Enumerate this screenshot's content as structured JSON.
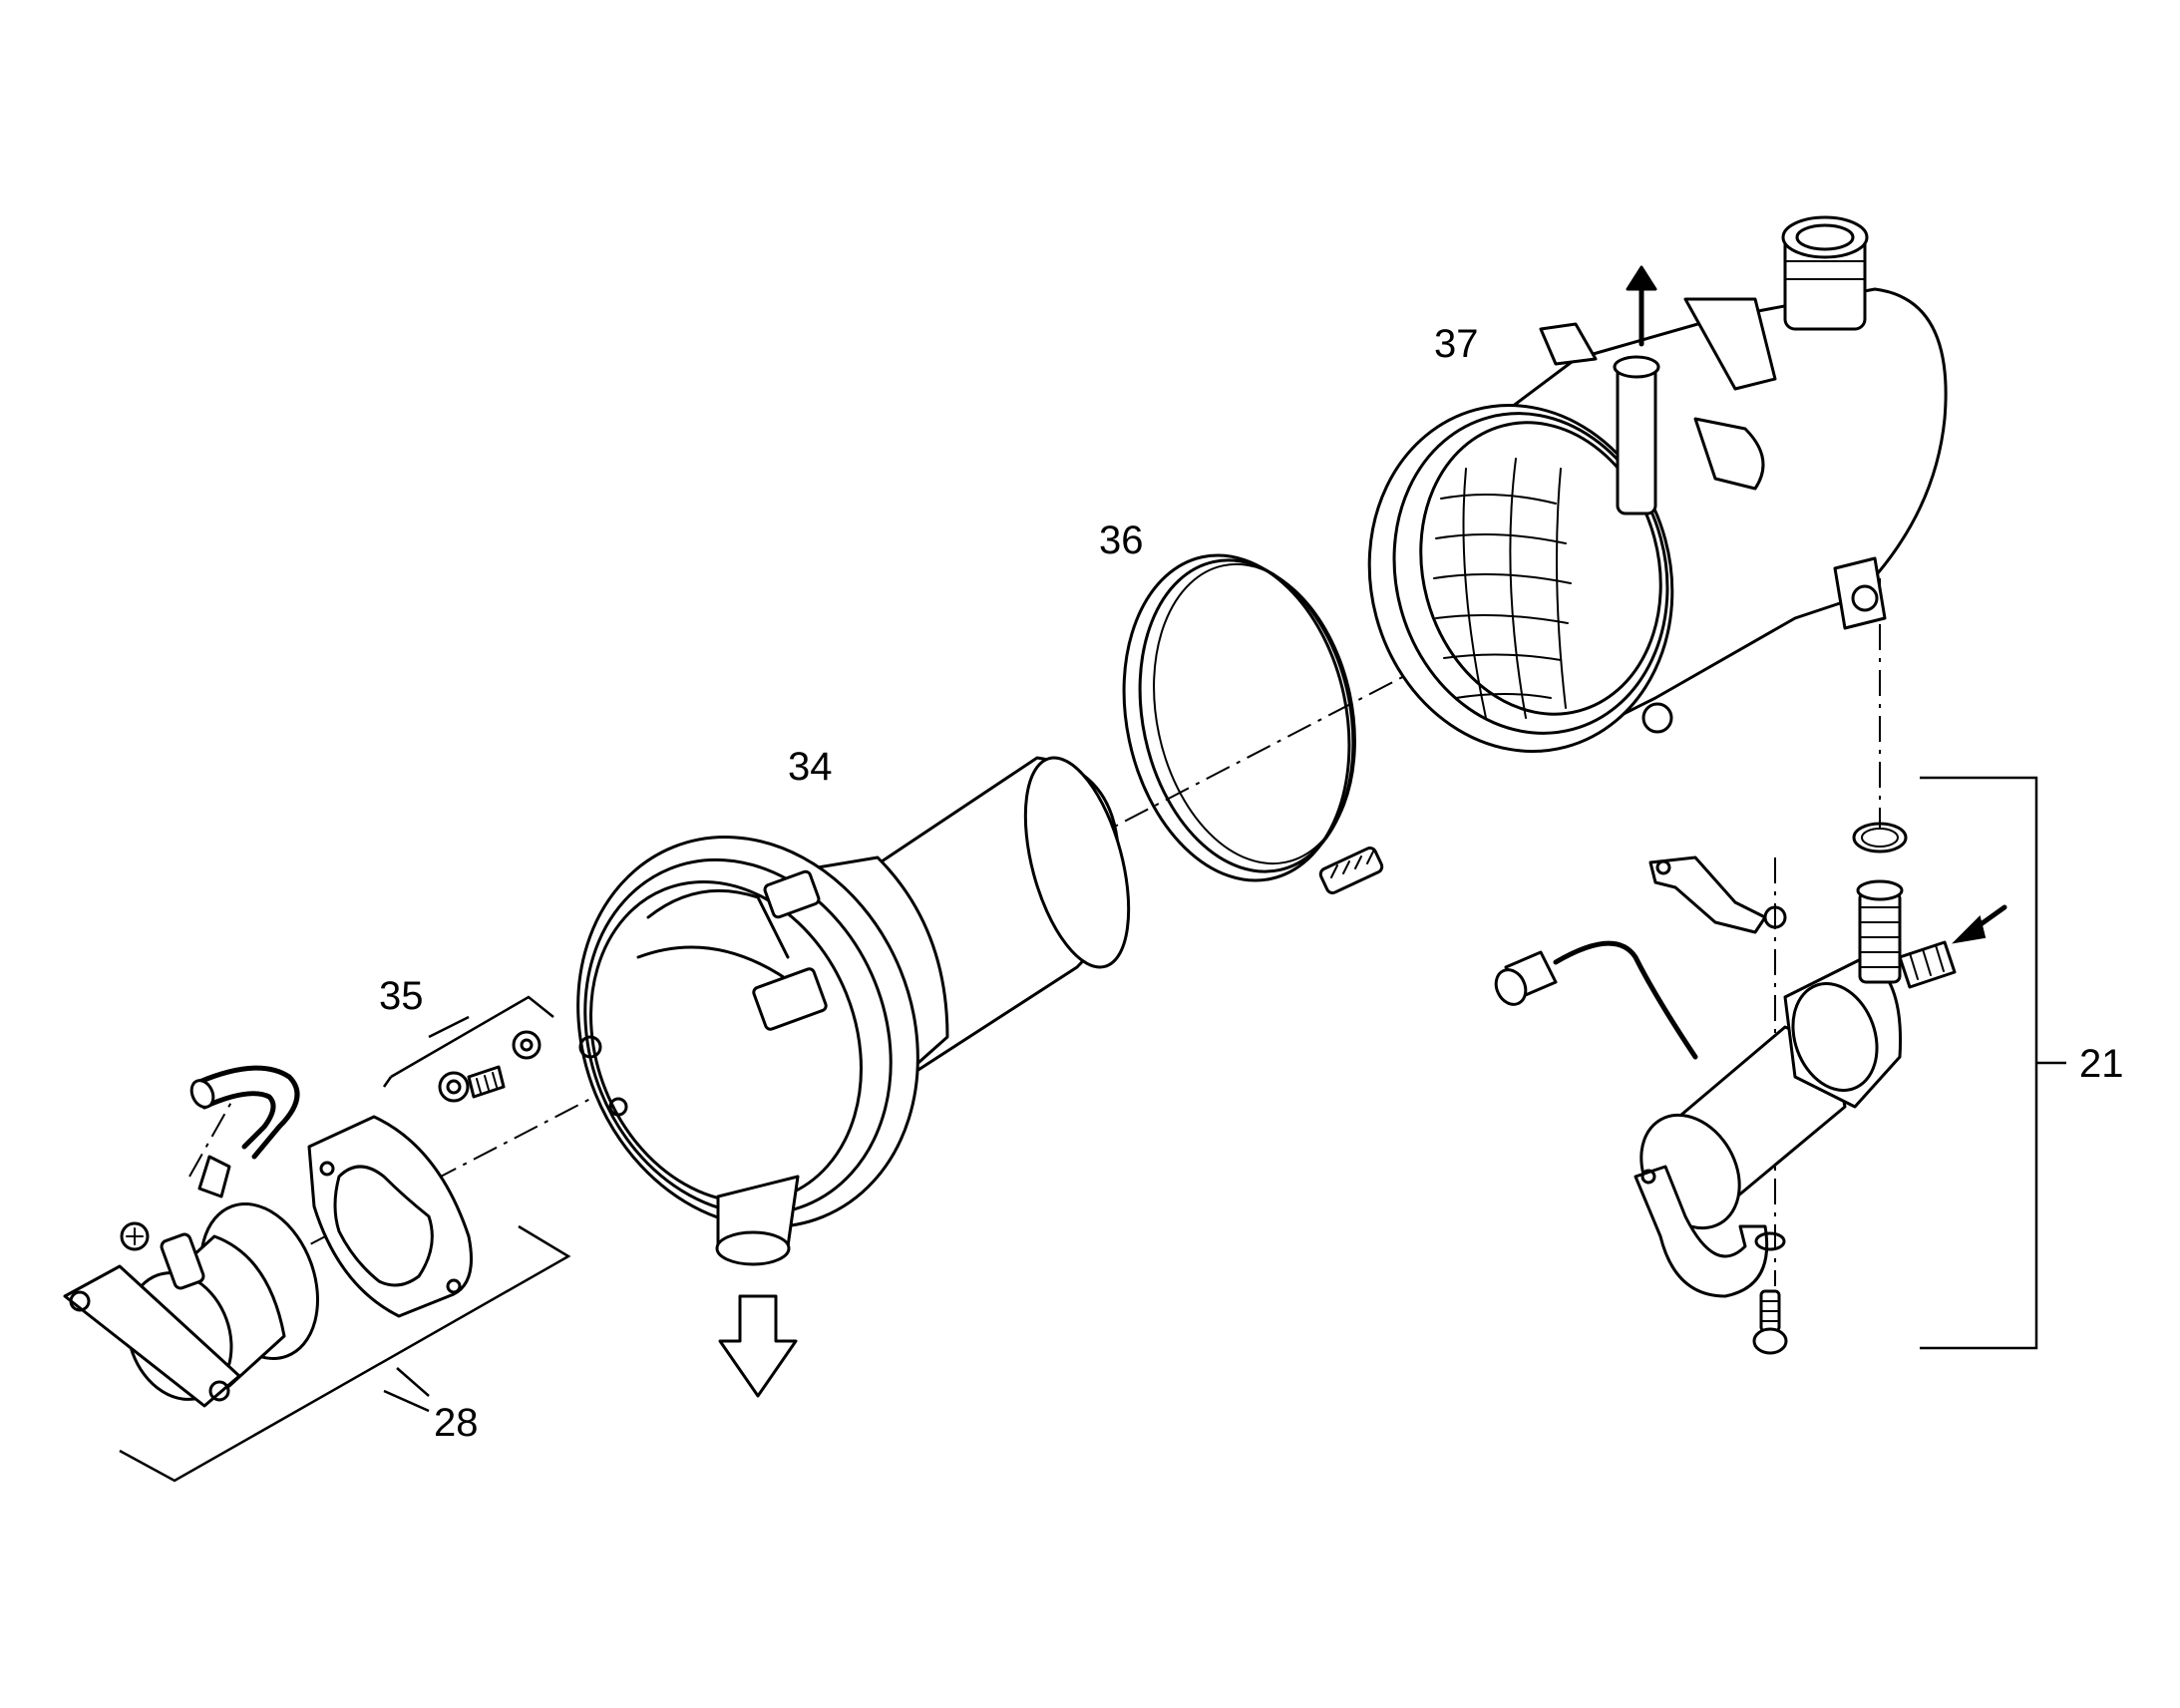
{
  "diagram": {
    "callouts": [
      {
        "id": "part-28",
        "label": "28"
      },
      {
        "id": "part-34",
        "label": "34"
      },
      {
        "id": "part-35",
        "label": "35"
      },
      {
        "id": "part-36",
        "label": "36"
      },
      {
        "id": "part-37",
        "label": "37"
      },
      {
        "id": "part-21",
        "label": "21"
      }
    ]
  }
}
